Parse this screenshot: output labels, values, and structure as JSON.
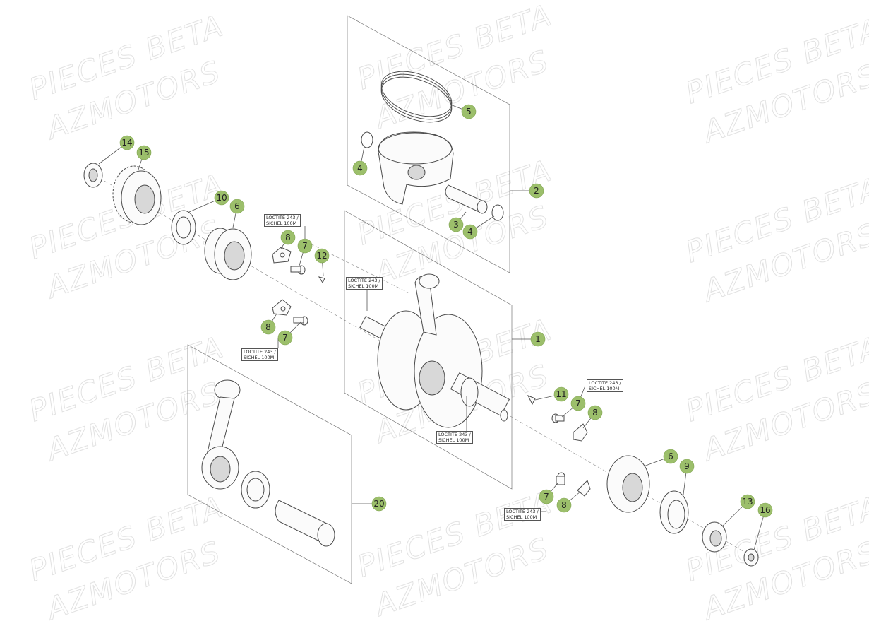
{
  "watermark": {
    "line1": "PIECES BETA",
    "line2": "AZMOTORS"
  },
  "callouts": [
    {
      "id": "c5",
      "n": "5"
    },
    {
      "id": "c4a",
      "n": "4"
    },
    {
      "id": "c2",
      "n": "2"
    },
    {
      "id": "c3",
      "n": "3"
    },
    {
      "id": "c4b",
      "n": "4"
    },
    {
      "id": "c14",
      "n": "14"
    },
    {
      "id": "c15",
      "n": "15"
    },
    {
      "id": "c10",
      "n": "10"
    },
    {
      "id": "c6a",
      "n": "6"
    },
    {
      "id": "c8a",
      "n": "8"
    },
    {
      "id": "c7a",
      "n": "7"
    },
    {
      "id": "c12",
      "n": "12"
    },
    {
      "id": "c8b",
      "n": "8"
    },
    {
      "id": "c7b",
      "n": "7"
    },
    {
      "id": "c1",
      "n": "1"
    },
    {
      "id": "c11",
      "n": "11"
    },
    {
      "id": "c7c",
      "n": "7"
    },
    {
      "id": "c8c",
      "n": "8"
    },
    {
      "id": "c6b",
      "n": "6"
    },
    {
      "id": "c9",
      "n": "9"
    },
    {
      "id": "c7d",
      "n": "7"
    },
    {
      "id": "c8d",
      "n": "8"
    },
    {
      "id": "c13",
      "n": "13"
    },
    {
      "id": "c16",
      "n": "16"
    },
    {
      "id": "c20",
      "n": "20"
    }
  ],
  "labels": [
    {
      "id": "l1",
      "line1": "LOCTITE 243 /",
      "line2": "SICHEL 100M"
    },
    {
      "id": "l2",
      "line1": "LOCTITE 243 /",
      "line2": "SICHEL 100M"
    },
    {
      "id": "l3",
      "line1": "LOCTITE 243 /",
      "line2": "SICHEL 100M"
    },
    {
      "id": "l4",
      "line1": "LOCTITE 243 /",
      "line2": "SICHEL 100M"
    },
    {
      "id": "l5",
      "line1": "LOCTITE 243 /",
      "line2": "SICHEL 100M"
    },
    {
      "id": "l6",
      "line1": "LOCTITE 243 /",
      "line2": "SICHEL 100M"
    }
  ],
  "colors": {
    "callout_fill": "#9cbf6b",
    "line": "#4a4a4a",
    "watermark": "#e2e2e2"
  }
}
